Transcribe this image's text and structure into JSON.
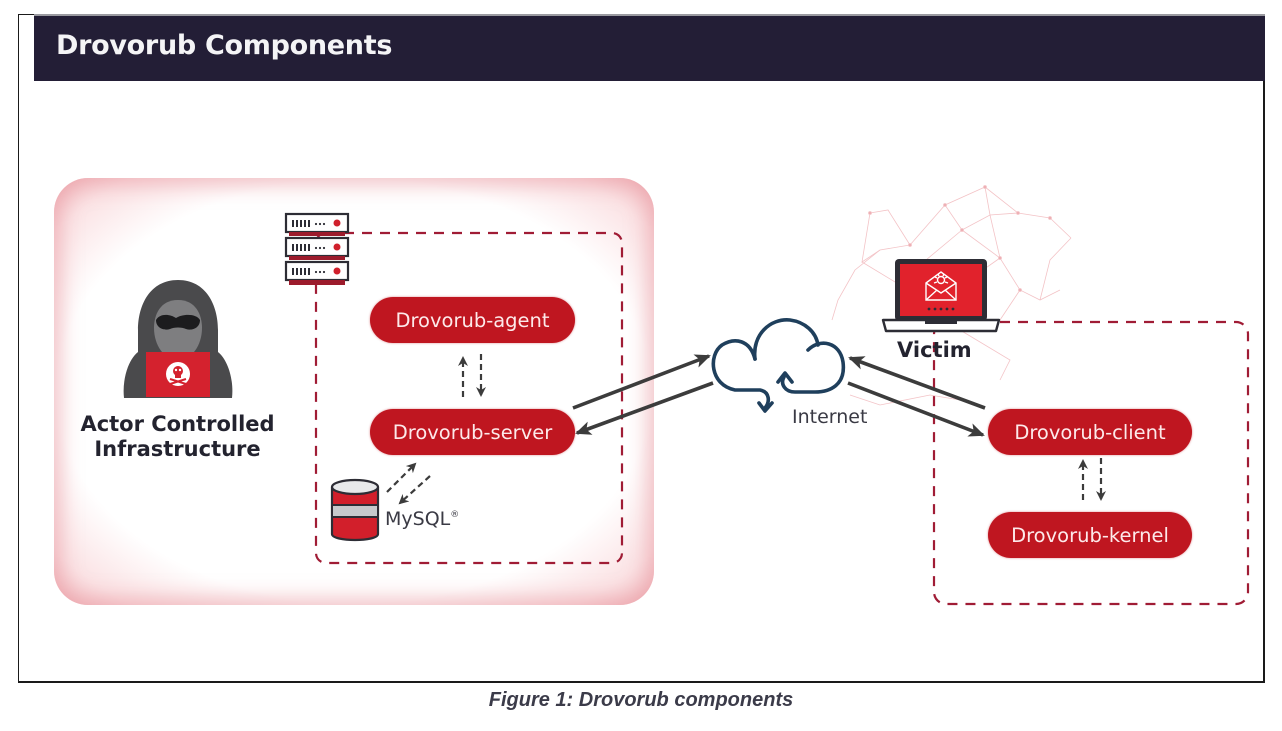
{
  "header": {
    "title": "Drovorub Components"
  },
  "actor": {
    "label_line1": "Actor Controlled",
    "label_line2": "Infrastructure"
  },
  "components": {
    "agent": "Drovorub-agent",
    "server": "Drovorub-server",
    "client": "Drovorub-client",
    "kernel": "Drovorub-kernel"
  },
  "database": {
    "label": "MySQL",
    "mark": "®"
  },
  "network": {
    "label": "Internet"
  },
  "victim": {
    "label": "Victim"
  },
  "caption": "Figure 1: Drovorub components",
  "colors": {
    "header_bg": "#231e36",
    "component_red": "#bf1620",
    "dash_red": "#a01c35",
    "cloud_navy": "#1f3f5c",
    "arrow_gray": "#3c3c3c"
  },
  "icons": [
    "hacker-icon",
    "server-rack-icon",
    "database-icon",
    "cloud-icon",
    "victim-laptop-icon",
    "network-mesh-icon"
  ]
}
